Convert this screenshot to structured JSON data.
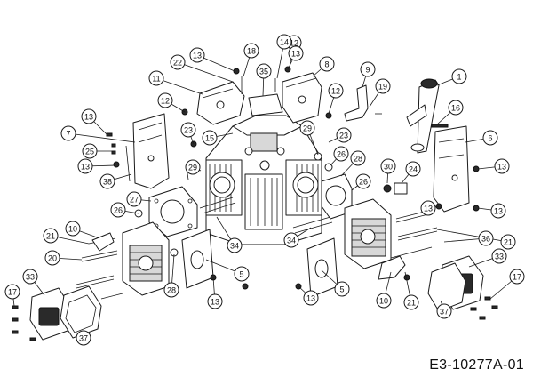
{
  "diagram_code": "E3-10277A-01",
  "callouts": [
    {
      "label": "1"
    },
    {
      "label": "5"
    },
    {
      "label": "5"
    },
    {
      "label": "6"
    },
    {
      "label": "7"
    },
    {
      "label": "8"
    },
    {
      "label": "9"
    },
    {
      "label": "10"
    },
    {
      "label": "10"
    },
    {
      "label": "11"
    },
    {
      "label": "12"
    },
    {
      "label": "12"
    },
    {
      "label": "12"
    },
    {
      "label": "13"
    },
    {
      "label": "13"
    },
    {
      "label": "13"
    },
    {
      "label": "13"
    },
    {
      "label": "13"
    },
    {
      "label": "13"
    },
    {
      "label": "13"
    },
    {
      "label": "13"
    },
    {
      "label": "13"
    },
    {
      "label": "14"
    },
    {
      "label": "15"
    },
    {
      "label": "16"
    },
    {
      "label": "17"
    },
    {
      "label": "17"
    },
    {
      "label": "18"
    },
    {
      "label": "19"
    },
    {
      "label": "20"
    },
    {
      "label": "21"
    },
    {
      "label": "21"
    },
    {
      "label": "21"
    },
    {
      "label": "22"
    },
    {
      "label": "23"
    },
    {
      "label": "23"
    },
    {
      "label": "24"
    },
    {
      "label": "25"
    },
    {
      "label": "26"
    },
    {
      "label": "26"
    },
    {
      "label": "26"
    },
    {
      "label": "27"
    },
    {
      "label": "28"
    },
    {
      "label": "28"
    },
    {
      "label": "29"
    },
    {
      "label": "29"
    },
    {
      "label": "30"
    },
    {
      "label": "33"
    },
    {
      "label": "33"
    },
    {
      "label": "34"
    },
    {
      "label": "34"
    },
    {
      "label": "35"
    },
    {
      "label": "36"
    },
    {
      "label": "37"
    },
    {
      "label": "37"
    },
    {
      "label": "38"
    }
  ]
}
